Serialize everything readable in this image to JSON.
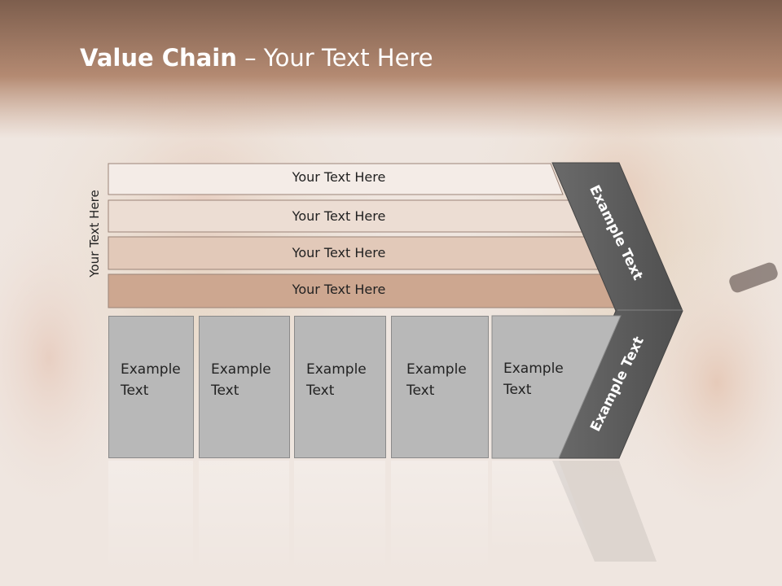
{
  "slide": {
    "title_bold": "Value Chain",
    "title_rest": " – Your Text Here",
    "side_label": "Your Text Here",
    "rows": [
      "Your Text Here",
      "Your Text Here",
      "Your Text Here",
      "Your Text Here"
    ],
    "boxes": [
      {
        "line1": "Example",
        "line2": "Text"
      },
      {
        "line1": "Example",
        "line2": "Text"
      },
      {
        "line1": "Example",
        "line2": "Text"
      },
      {
        "line1": "Example",
        "line2": "Text"
      },
      {
        "line1": "Example",
        "line2": "Text"
      }
    ],
    "chevron_upper": "Example Text",
    "chevron_lower": "Example Text"
  },
  "colors": {
    "header_band": "#a8826a",
    "row1": "#f4ece7",
    "row2": "#ecddd3",
    "row3": "#e2c9b9",
    "row4": "#cda790",
    "box": "#b8b8b8",
    "chevron": "#5e5e5e"
  }
}
